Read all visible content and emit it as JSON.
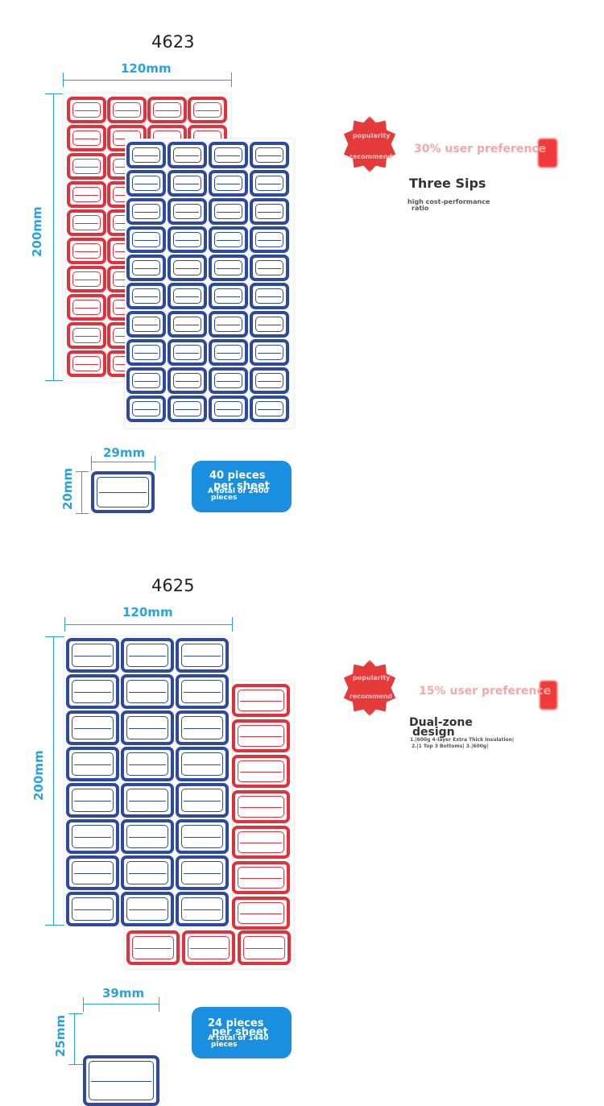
{
  "section1": {
    "model": "4623",
    "width_label": "120mm",
    "height_label": "200mm",
    "label_width": "29mm",
    "label_height": "20mm",
    "pill_line1": "40 pieces",
    "pill_line2": "per sheet",
    "pill_line3": "A total of 2400",
    "pill_line4": "pieces",
    "badge": {
      "tag1": "popularity",
      "tag2": "recommend",
      "preference": "30% user preference",
      "product": "Three Sips",
      "note1": "high cost-performance",
      "note2": "ratio"
    }
  },
  "section2": {
    "model": "4625",
    "width_label": "120mm",
    "height_label": "200mm",
    "label_width": "39mm",
    "label_height": "25mm",
    "pill_line1": "24 pieces",
    "pill_line2": "per sheet",
    "pill_line3": "A total of 1440",
    "pill_line4": "pieces",
    "badge": {
      "tag1": "popularity",
      "tag2": "recommend",
      "preference": "15% user preference",
      "product_line1": "Dual-zone",
      "product_line2": "design",
      "note1": "1.|600g 4-layer Extra Thick Insulation|",
      "note2": "2.|1 Top 3 Bottoms| 3.|600g|"
    }
  },
  "colors": {
    "red": "#e0323c",
    "blue": "#2d4a9c",
    "dimension": "#29a3dd",
    "pill": "#1a8fe0"
  }
}
